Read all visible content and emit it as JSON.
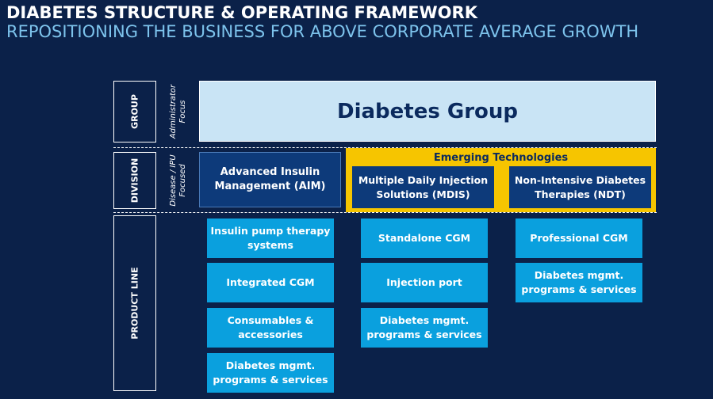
{
  "header": {
    "title": "DIABETES STRUCTURE & OPERATING FRAMEWORK",
    "subtitle": "REPOSITIONING THE BUSINESS FOR ABOVE CORPORATE AVERAGE GROWTH"
  },
  "levels": {
    "group": "GROUP",
    "division": "DIVISION",
    "product_line": "PRODUCT LINE"
  },
  "focus": {
    "group_line1": "Administrator",
    "group_line2": "Focus",
    "division_line1": "Disease / IPU",
    "division_line2": "Focused"
  },
  "group_name": "Diabetes Group",
  "divisions": {
    "aim": "Advanced Insulin Management (AIM)",
    "emerging_title": "Emerging Technologies",
    "mdis": "Multiple Daily Injection Solutions (MDIS)",
    "ndt": "Non-Intensive Diabetes Therapies (NDT)"
  },
  "product_lines": {
    "aim": [
      "Insulin pump therapy systems",
      "Integrated CGM",
      "Consumables & accessories",
      "Diabetes mgmt. programs & services"
    ],
    "mdis": [
      "Standalone CGM",
      "Injection port",
      "Diabetes mgmt. programs & services"
    ],
    "ndt": [
      "Professional CGM",
      "Diabetes mgmt. programs & services"
    ]
  },
  "colors": {
    "background": "#0b2149",
    "subtitle": "#7dc3ec",
    "group_banner": "#c9e4f5",
    "division_box": "#0d3a7a",
    "emerging_highlight": "#f6c500",
    "product_box": "#0aa0de"
  }
}
